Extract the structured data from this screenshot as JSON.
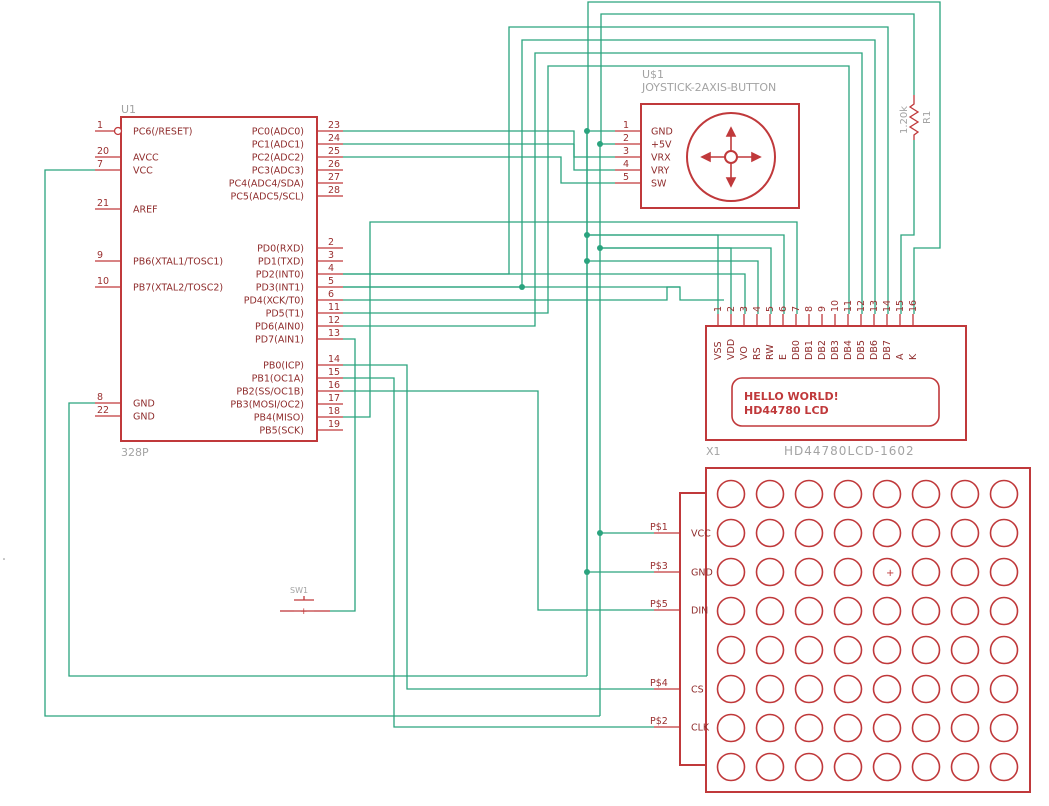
{
  "u1": {
    "ref": "U1",
    "value": "328P",
    "left_pins": [
      {
        "num": "1",
        "name": "PC6(/RESET)"
      },
      {
        "num": "20",
        "name": "AVCC"
      },
      {
        "num": "7",
        "name": "VCC"
      },
      {
        "num": "21",
        "name": "AREF"
      },
      {
        "num": "9",
        "name": "PB6(XTAL1/TOSC1)"
      },
      {
        "num": "10",
        "name": "PB7(XTAL2/TOSC2)"
      },
      {
        "num": "8",
        "name": "GND"
      },
      {
        "num": "22",
        "name": "GND"
      }
    ],
    "right_pins": [
      {
        "num": "23",
        "name": "PC0(ADC0)"
      },
      {
        "num": "24",
        "name": "PC1(ADC1)"
      },
      {
        "num": "25",
        "name": "PC2(ADC2)"
      },
      {
        "num": "26",
        "name": "PC3(ADC3)"
      },
      {
        "num": "27",
        "name": "PC4(ADC4/SDA)"
      },
      {
        "num": "28",
        "name": "PC5(ADC5/SCL)"
      },
      {
        "num": "2",
        "name": "PD0(RXD)"
      },
      {
        "num": "3",
        "name": "PD1(TXD)"
      },
      {
        "num": "4",
        "name": "PD2(INT0)"
      },
      {
        "num": "5",
        "name": "PD3(INT1)"
      },
      {
        "num": "6",
        "name": "PD4(XCK/T0)"
      },
      {
        "num": "11",
        "name": "PD5(T1)"
      },
      {
        "num": "12",
        "name": "PD6(AIN0)"
      },
      {
        "num": "13",
        "name": "PD7(AIN1)"
      },
      {
        "num": "14",
        "name": "PB0(ICP)"
      },
      {
        "num": "15",
        "name": "PB1(OC1A)"
      },
      {
        "num": "16",
        "name": "PB2(SS/OC1B)"
      },
      {
        "num": "17",
        "name": "PB3(MOSI/OC2)"
      },
      {
        "num": "18",
        "name": "PB4(MISO)"
      },
      {
        "num": "19",
        "name": "PB5(SCK)"
      }
    ]
  },
  "joystick": {
    "ref": "U$1",
    "value": "JOYSTICK-2AXIS-BUTTON",
    "pins": [
      {
        "num": "1",
        "name": "GND"
      },
      {
        "num": "2",
        "name": "+5V"
      },
      {
        "num": "3",
        "name": "VRX"
      },
      {
        "num": "4",
        "name": "VRY"
      },
      {
        "num": "5",
        "name": "SW"
      }
    ]
  },
  "resistor": {
    "ref": "R1",
    "value": "1.20k"
  },
  "lcd": {
    "ref": "X1",
    "value": "HD44780LCD-1602",
    "pin_numbers": [
      "1",
      "2",
      "3",
      "4",
      "5",
      "6",
      "7",
      "8",
      "9",
      "10",
      "11",
      "12",
      "13",
      "14",
      "15",
      "16"
    ],
    "pin_names": [
      "VSS",
      "VDD",
      "VO",
      "RS",
      "RW",
      "E",
      "DB0",
      "DB1",
      "DB2",
      "DB3",
      "DB4",
      "DB5",
      "DB6",
      "DB7",
      "A",
      "K"
    ],
    "screen_lines": [
      "HELLO WORLD!",
      "HD44780 LCD"
    ]
  },
  "matrix": {
    "pins": [
      {
        "id": "P$1",
        "name": "VCC"
      },
      {
        "id": "P$3",
        "name": "GND"
      },
      {
        "id": "P$5",
        "name": "DIN"
      },
      {
        "id": "P$4",
        "name": "CS"
      },
      {
        "id": "P$2",
        "name": "CLK"
      }
    ]
  },
  "switch": {
    "ref": "SW1"
  },
  "colors": {
    "component": "#c0393b",
    "wire": "#2aa37e",
    "label": "#a3a3a3"
  }
}
